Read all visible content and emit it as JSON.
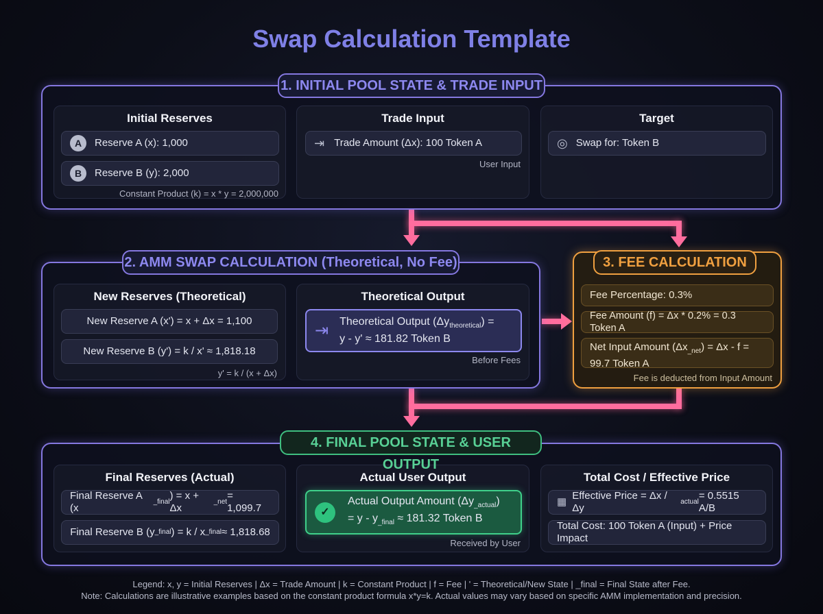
{
  "title": "Swap Calculation Template",
  "s1": {
    "label": "1.  INITIAL POOL STATE & TRADE INPUT",
    "reserves": {
      "title": "Initial Reserves",
      "a_badge": "A",
      "a": "Reserve A (x): 1,000",
      "b_badge": "B",
      "b": "Reserve B (y): 2,000",
      "note": "Constant Product (k) = x * y = 2,000,000"
    },
    "trade": {
      "title": "Trade Input",
      "amount": "Trade Amount (Δx): 100 Token A",
      "note": "User Input"
    },
    "target": {
      "title": "Target",
      "swap": "Swap for: Token B"
    }
  },
  "s2": {
    "label": "2. AMM SWAP CALCULATION (Theoretical, No Fee)",
    "reserves": {
      "title": "New Reserves (Theoretical)",
      "a": "New Reserve A (x') = x + Δx = 1,100",
      "b": "New Reserve B (y') = k / x' ≈ 1,818.18",
      "note": "y' = k / (x + Δx)"
    },
    "output": {
      "title": "Theoretical Output",
      "pre": "Theoretical Output (Δy",
      "sub": "theoretical",
      "post": ") =",
      "line2": "y - y' ≈ 181.82 Token B",
      "note": "Before Fees"
    }
  },
  "s3": {
    "label": "3. FEE CALCULATION",
    "pct": "Fee Percentage: 0.3%",
    "amount": "Fee Amount (f) = Δx * 0.2% = 0.3 Token A",
    "net_pre": "Net Input Amount (Δx",
    "net_sub": "_net",
    "net_post": ") = Δx - f = 99.7 Token A",
    "note": "Fee is deducted from Input Amount"
  },
  "s4": {
    "label": "4. FINAL POOL STATE & USER OUTPUT",
    "reserves": {
      "title": "Final Reserves (Actual)",
      "a_pre": "Final Reserve A (x",
      "a_sub": "_final",
      "a_mid": ") = x + Δx",
      "a_sub2": "_net",
      "a_post": " = 1,099.7",
      "b_pre": "Final Reserve B (y",
      "b_sub": "_final",
      "b_mid": ") = k / x",
      "b_sub2": "_final",
      "b_post": " ≈ 1,818.68"
    },
    "output": {
      "title": "Actual User Output",
      "pre": "Actual Output Amount (Δy",
      "sub": "_actual",
      "post": ")",
      "l2_pre": "= y - y",
      "l2_sub": "_final",
      "l2_post": " ≈ 181.32 Token B",
      "note": "Received by User"
    },
    "cost": {
      "title": "Total Cost / Effective Price",
      "price_pre": "Effective Price = Δx / Δy",
      "price_sub": "actual",
      "price_post": " = 0.5515 A/B",
      "total": "Total Cost: 100 Token A (Input) + Price Impact"
    }
  },
  "footer": {
    "legend": "Legend: x, y = Initial Reserves | Δx = Trade Amount | k = Constant Product | f = Fee | ' = Theoretical/New State | _final = Final State after Fee.",
    "note": "Note: Calculations are illustrative examples based on the constant product formula x*y=k. Actual values may vary based on specific AMM implementation and precision."
  },
  "colors": {
    "purple": "#8578e0",
    "pink": "#ff6d9e",
    "orange": "#f0a040",
    "green": "#3fbf80"
  }
}
